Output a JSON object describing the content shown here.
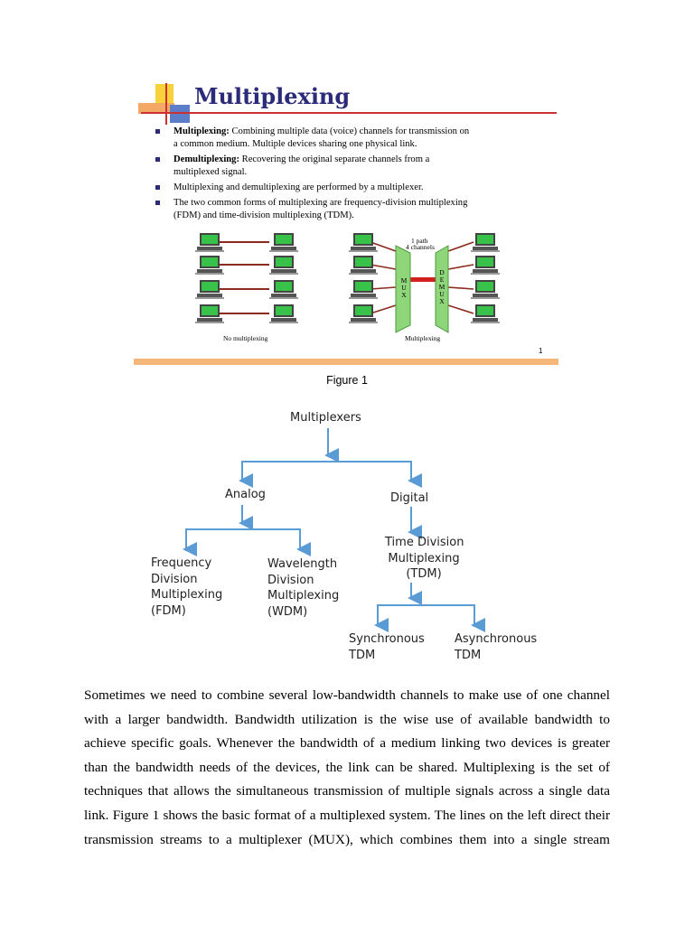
{
  "slide": {
    "title": "Multiplexing",
    "bullets": [
      {
        "term": "Multiplexing:",
        "line1": " Combining multiple data (voice) channels for transmission on",
        "line2": "a common medium. Multiple devices sharing one physical link."
      },
      {
        "term": "Demultiplexing:",
        "line1": " Recovering the original separate channels from a",
        "line2": "multiplexed signal."
      },
      {
        "term": "",
        "line1": "Multiplexing and demultiplexing are performed by a multiplexer.",
        "line2": ""
      },
      {
        "term": "",
        "line1": "The two common forms of multiplexing are frequency-division multiplexing",
        "line2": "(FDM) and time-division multiplexing (TDM)."
      }
    ],
    "left_caption": "No multiplexing",
    "right_caption": "Multiplexing",
    "path_label_1": "1 path",
    "path_label_2": "4 channels",
    "mux_letters": [
      "M",
      "U",
      "X"
    ],
    "demux_letters": [
      "D",
      "E",
      "M",
      "U",
      "X"
    ],
    "page_number": "1",
    "colors": {
      "title": "#2b2b7a",
      "mux": "#8fd67a",
      "link": "#d42020",
      "line": "#8b2a1e",
      "bar": "#f5b87a"
    }
  },
  "figure_caption": "Figure 1",
  "tree": {
    "root": "Multiplexers",
    "analog": "Analog",
    "digital": "Digital",
    "fdm": [
      "Frequency",
      "Division",
      "Multiplexing",
      "(FDM)"
    ],
    "wdm": [
      "Wavelength",
      "Division",
      "Multiplexing",
      "(WDM)"
    ],
    "tdm": [
      "Time Division",
      "Multiplexing",
      "(TDM)"
    ],
    "sync": [
      "Synchronous",
      "TDM"
    ],
    "async": [
      "Asynchronous",
      "TDM"
    ],
    "arrow_color": "#5b9bd5"
  },
  "paragraph": [
    "Sometimes we need to combine several low-bandwidth channels to make use of one channel",
    "with a larger bandwidth.  Bandwidth utilization is the wise use of available bandwidth to",
    "achieve specific goals. Whenever the bandwidth of a medium linking two devices is greater",
    "than the bandwidth needs of the devices, the link can be shared. Multiplexing is the set of",
    "techniques that allows the simultaneous transmission of multiple signals across a single data",
    "link. Figure 1 shows the basic format of a multiplexed system. The lines on the left direct their",
    "transmission streams to a multiplexer (MUX), which combines them into a single stream"
  ]
}
